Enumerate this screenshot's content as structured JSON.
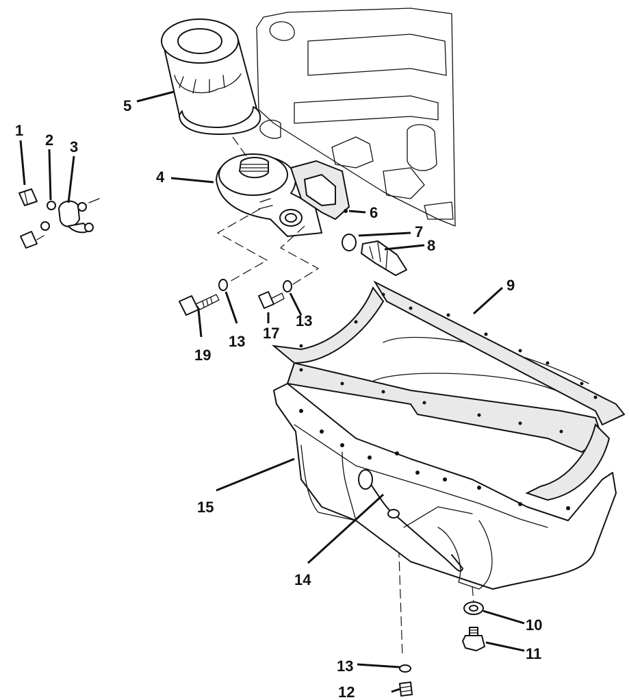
{
  "callouts": [
    {
      "id": "1",
      "label": "1"
    },
    {
      "id": "2",
      "label": "2"
    },
    {
      "id": "3",
      "label": "3"
    },
    {
      "id": "4",
      "label": "4"
    },
    {
      "id": "5",
      "label": "5"
    },
    {
      "id": "6",
      "label": "6"
    },
    {
      "id": "7",
      "label": "7"
    },
    {
      "id": "8",
      "label": "8"
    },
    {
      "id": "9",
      "label": "9"
    },
    {
      "id": "10",
      "label": "10"
    },
    {
      "id": "11",
      "label": "11"
    },
    {
      "id": "12",
      "label": "12"
    },
    {
      "id": "13a",
      "label": "13"
    },
    {
      "id": "13b",
      "label": "13"
    },
    {
      "id": "13c",
      "label": "13"
    },
    {
      "id": "14",
      "label": "14"
    },
    {
      "id": "15",
      "label": "15"
    },
    {
      "id": "17",
      "label": "17"
    },
    {
      "id": "19",
      "label": "19"
    }
  ]
}
